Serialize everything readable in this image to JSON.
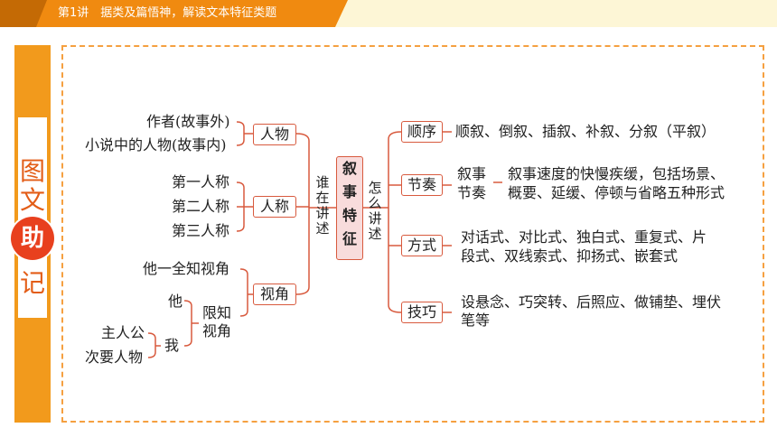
{
  "header": {
    "title": "第1讲　据类及篇悟神，解读文本特征类题"
  },
  "sidebar": {
    "chars": [
      "图",
      "文",
      "助",
      "记"
    ]
  },
  "center": {
    "chars": [
      "叙",
      "事",
      "特",
      "征"
    ]
  },
  "left_label": {
    "chars": [
      "谁",
      "在",
      "讲",
      "述"
    ]
  },
  "right_label": {
    "chars": [
      "怎",
      "么",
      "讲",
      "述"
    ]
  },
  "left": {
    "renwu": {
      "label": "人物",
      "items": [
        "作者(故事外)",
        "小说中的人物(故事内)"
      ]
    },
    "rencheng": {
      "label": "人称",
      "items": [
        "第一人称",
        "第二人称",
        "第三人称"
      ]
    },
    "shijiao": {
      "label": "视角",
      "quanzhi": "他一全知视角",
      "xianzhi": {
        "label_line1": "限知",
        "label_line2": "视角",
        "ta": "他",
        "wo": "我",
        "wo_items": [
          "主人公",
          "次要人物"
        ]
      }
    }
  },
  "right": {
    "shunxu": {
      "label": "顺序",
      "text": "顺叙、倒叙、插叙、补叙、分叙（平叙）"
    },
    "jiezou": {
      "label": "节奏",
      "sub_line1": "叙事",
      "sub_line2": "节奏",
      "text_line1": "叙事速度的快慢疾缓，包括场景、",
      "text_line2": "概要、延缓、停顿与省略五种形式"
    },
    "fangshi": {
      "label": "方式",
      "text_line1": "对话式、对比式、独白式、重复式、片",
      "text_line2": "段式、双线索式、抑扬式、嵌套式"
    },
    "jiqiao": {
      "label": "技巧",
      "text_line1": "设悬念、巧突转、后照应、做铺垫、埋伏",
      "text_line2": "笔等"
    }
  }
}
